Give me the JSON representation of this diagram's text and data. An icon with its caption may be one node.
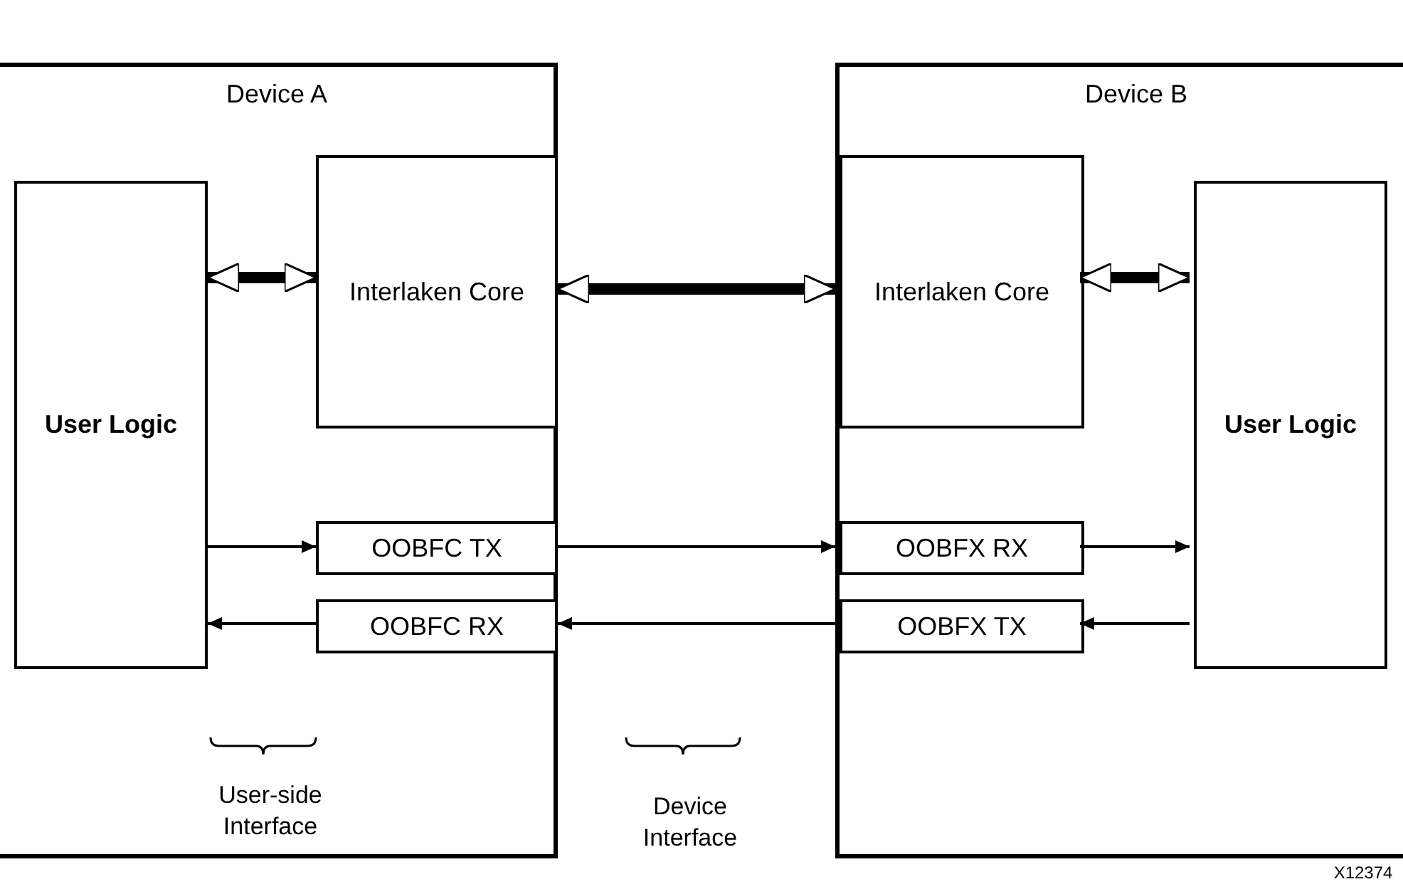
{
  "diagram": {
    "nodes": [
      {
        "text": [
          "Device A"
        ]
      },
      {
        "text": [
          "User Logic"
        ],
        "in": 0
      },
      {
        "text": [
          "Interlaken Core"
        ],
        "in": 0
      },
      {
        "text": [
          "OOBFC TX"
        ],
        "in": 0
      },
      {
        "text": [
          "OOBFC RX"
        ],
        "in": 0
      },
      {
        "text": [
          "Device B"
        ]
      },
      {
        "text": [
          "Interlaken Core"
        ],
        "in": 5
      },
      {
        "text": [
          "User Logic"
        ],
        "in": 5
      },
      {
        "text": [
          "OOBFX RX"
        ],
        "in": 5
      },
      {
        "text": [
          "OOBFX TX"
        ],
        "in": 5
      }
    ],
    "edges": [
      {
        "from": 1,
        "to": 2,
        "arrow": "both",
        "style": "thick"
      },
      {
        "from": 2,
        "to": 6,
        "arrow": "both",
        "style": "thick"
      },
      {
        "from": 6,
        "to": 7,
        "arrow": "both",
        "style": "thick"
      },
      {
        "from": 1,
        "to": 3,
        "arrow": "to"
      },
      {
        "from": 3,
        "to": 8,
        "arrow": "to"
      },
      {
        "from": 8,
        "to": 7,
        "arrow": "to"
      },
      {
        "from": 7,
        "to": 9,
        "arrow": "to"
      },
      {
        "from": 9,
        "to": 4,
        "arrow": "to"
      },
      {
        "from": 4,
        "to": 1,
        "arrow": "to"
      }
    ],
    "labels": [
      "User-side Interface",
      "Device Interface",
      "X12374"
    ]
  }
}
